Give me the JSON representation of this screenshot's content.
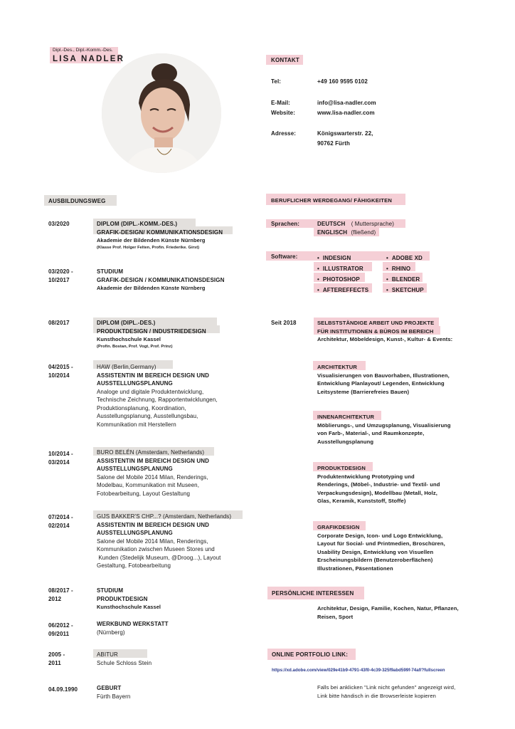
{
  "name_block": {
    "title": "Dipl.-Des., Dipl.-Komm.-Des.",
    "name": "LISA NADLER"
  },
  "kontakt": {
    "heading": "KONTAKT",
    "tel_label": "Tel:",
    "tel": "+49 160 9595 0102",
    "email_label": "E-Mail:",
    "email": "info@lisa-nadler.com",
    "website_label": "Website:",
    "website": "www.lisa-nadler.com",
    "address_label": "Adresse:",
    "address_line1": "Königswarterstr. 22,",
    "address_line2": "90762 Fürth"
  },
  "ausbildung": {
    "heading": "AUSBILDUNGSWEG",
    "entries": [
      {
        "date1": "03/2020",
        "date2": "",
        "lines": [
          "DIPLOM  (DIPL.-KOMM.-DES.)",
          "GRAFIK-DESIGN/ KOMMUNIKATIONSDESIGN",
          "Akademie der Bildenden Künste Nürnberg"
        ],
        "small": "(Klasse Prof. Holger Felten, Profin. Friederike. Girst)"
      },
      {
        "date1": "03/2020 -",
        "date2": "10/2017",
        "lines": [
          "STUDIUM",
          "GRAFIK-DESIGN / KOMMUNIKATIONSDESIGN",
          "Akademie der Bildenden Künste Nürnberg"
        ],
        "small": ""
      },
      {
        "date1": "08/2017",
        "date2": "",
        "lines": [
          "DIPLOM (DIPL.-DES.)",
          "PRODUKTDESIGN / INDUSTRIEDESIGN",
          "Kunsthochschule Kassel"
        ],
        "small": "(Profin. Bostan, Prof. Vogt, Prof. Prinz)"
      },
      {
        "date1": "04/2015 -",
        "date2": "10/2014",
        "lines": [
          "HAW (Berlin,Germany)",
          "ASSISTENTIN IM BEREICH DESIGN UND",
          "AUSSTELLUNGSPLANUNG",
          "Analoge und digitale Produktentwicklung,",
          "Technische Zeichnung, Rapportentwicklungen,",
          "Produktionsplanung, Koordination,",
          "Ausstellungsplanung, Ausstellungsbau,",
          "Kommunikation mit Herstellern"
        ],
        "small": ""
      },
      {
        "date1": "10/2014 -",
        "date2": "03/2014",
        "lines": [
          "BURO BELÉN (Amsterdam, Netherlands)",
          "ASSISTENTIN IM BEREICH DESIGN UND",
          "AUSSTELLUNGSPLANUNG",
          "Salone del Mobile 2014 Milan, Renderings,",
          "Modelbau, Kommunikation mit Museen,",
          "Fotobearbeitung, Layout Gestaltung"
        ],
        "small": ""
      },
      {
        "date1": "07/2014 -",
        "date2": "02/2014",
        "lines": [
          "GIJS BAKKER'S CHP...? (Amsterdam, Netherlands)",
          "ASSISTENTIN IM BEREICH DESIGN UND",
          "AUSSTELLUNGSPLANUNG",
          "Salone del Mobile 2014 Milan, Renderings,",
          "Kommunikation zwischen Museen Stores und",
          " Kunden (Stedelijk Museum, @Droog...), Layout",
          "Gestaltung, Fotobearbeitung"
        ],
        "small": ""
      },
      {
        "date1": "08/2017 -",
        "date2": "2012",
        "lines": [
          "STUDIUM",
          "PRODUKTDESIGN",
          "Kunsthochschule Kassel"
        ],
        "small": ""
      },
      {
        "date1": "06/2012 -",
        "date2": "09/2011",
        "lines": [
          "WERKBUND WERKSTATT",
          "(Nürnberg)"
        ],
        "small": ""
      },
      {
        "date1": "2005 -",
        "date2": "2011",
        "lines": [
          "ABITUR",
          "Schule Schloss Stein"
        ],
        "small": ""
      },
      {
        "date1": "04.09.1990",
        "date2": "",
        "lines": [
          "GEBURT",
          "Fürth Bayern"
        ],
        "small": ""
      }
    ]
  },
  "werdegang": {
    "heading": "BERUFLICHER WERDEGANG/ FÄHIGKEITEN",
    "sprachen_label": "Sprachen:",
    "sprache1": "DEUTSCH",
    "sprache1_note": "( Muttersprache)",
    "sprache2": "ENGLISCH",
    "sprache2_note": "(fließend)",
    "software_label": "Software:",
    "software_col1": [
      "INDESIGN",
      "ILLUSTRATOR",
      "PHOTOSHOP",
      "AFTEREFFECTS"
    ],
    "software_col2": [
      "ADOBE XD",
      "RHINO",
      "BLENDER",
      "SKETCHUP"
    ],
    "seit_label": "Seit 2018",
    "selbst_line1": "SELBSTSTÄNDIGE ARBEIT UND PROJEKTE",
    "selbst_line2": "FÜR INSTITUTIONEN & BÜROS IM BEREICH",
    "selbst_line3": "Architektur, Möbeldesign, Kunst-, Kultur-  & Events:",
    "sections": [
      {
        "title": "ARCHITEKTUR",
        "lines": [
          "Visualisierungen von Bauvorhaben, Illustrationen,",
          "Entwicklung Planlayout/ Legenden, Entwicklung",
          "Leitsysteme (Barrierefreies Bauen)"
        ]
      },
      {
        "title": "INNENARCHITEKTUR",
        "lines": [
          "Möblierungs-, und Umzugsplanung, Visualisierung",
          "von Farb-, Material-, und Raumkonzepte,",
          "Ausstellungsplanung"
        ]
      },
      {
        "title": "PRODUKTDESIGN",
        "lines": [
          "Produktentwicklung Prototyping und",
          "Renderings, (Möbel-, Industrie- und Textil- und",
          "Verpackungsdesign), Modellbau (Metall, Holz,",
          "Glas, Keramik, Kunststoff, Stoffe)"
        ]
      },
      {
        "title": "GRAFIKDESIGN",
        "lines": [
          "Corporate Design, Icon- und Logo Entwicklung,",
          "Layout  für Social- und Printmedien, Broschüren,",
          "Usability Design, Entwicklung von Visuellen",
          "Erscheinungsbildern (Benutzeroberflächen)",
          "Illustrationen, Päsentationen"
        ]
      }
    ]
  },
  "interessen": {
    "heading": "PERSÖNLICHE INTERESSEN",
    "line1": "Architektur, Design, Familie, Kochen, Natur, Pflanzen,",
    "line2": "Reisen, Sport"
  },
  "portfolio": {
    "heading": "ONLINE PORTFOLIO LINK:",
    "url": "https://xd.adobe.com/view/029e41b9-4791-43f0-4c39-325f9abd599f-74af/?fullscreen",
    "note1": "Falls bei anklicken \"Link nicht gefunden\" angezeigt wird,",
    "note2": "Link bitte händisch in die Browserleiste kopieren"
  },
  "colors": {
    "pink_highlight": "#f5cfd6",
    "grey_highlight": "#e3e0dd",
    "link": "#2b3a8c"
  },
  "icons": {
    "bullet": "•"
  }
}
